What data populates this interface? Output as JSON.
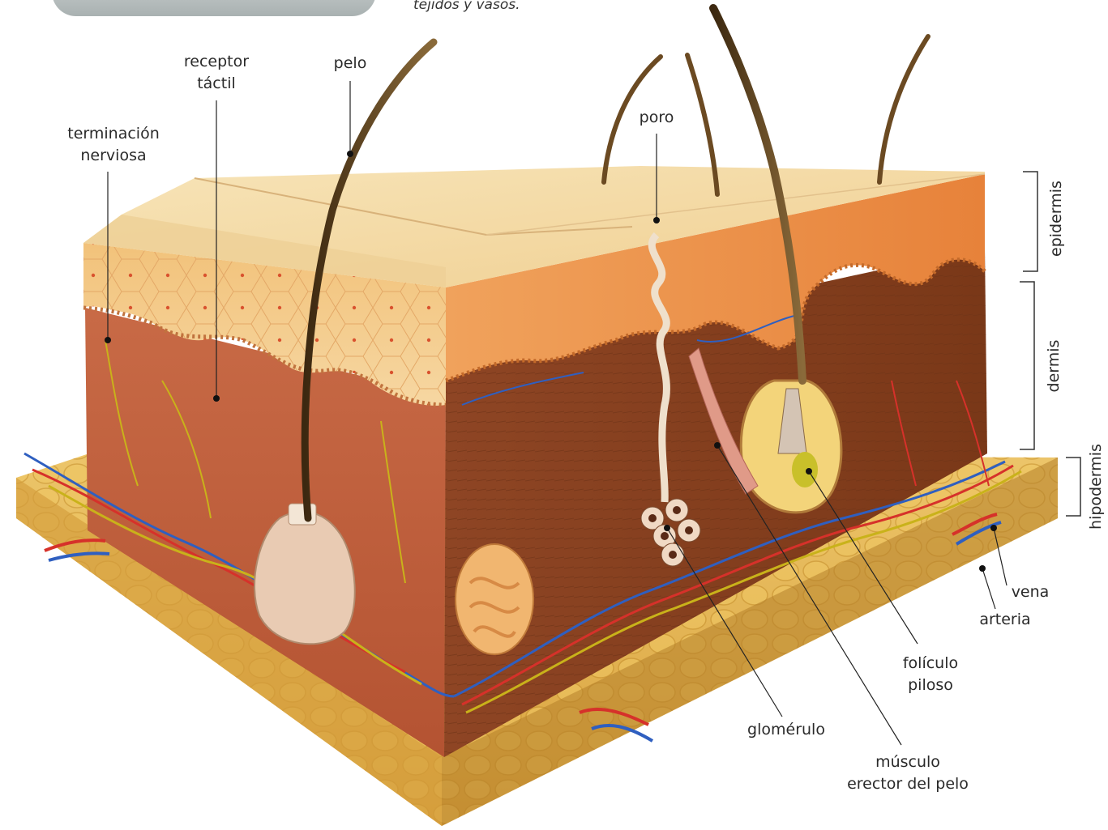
{
  "caption": "tejidos y vasos.",
  "labels": {
    "terminacion_nerviosa": [
      "terminación",
      "nerviosa"
    ],
    "receptor_tactil": [
      "receptor",
      "táctil"
    ],
    "pelo": "pelo",
    "poro": "poro",
    "vena": "vena",
    "arteria": "arteria",
    "foliculo_piloso": [
      "folículo",
      "piloso"
    ],
    "glomerulo": "glomérulo",
    "musculo_erector": [
      "músculo",
      "erector del pelo"
    ]
  },
  "layers": {
    "epidermis": "epidermis",
    "dermis": "dermis",
    "hipodermis": "hipodermis"
  },
  "colors": {
    "epidermis_top": "#f3d9a4",
    "dermis": "#c9613a",
    "hypodermis": "#e2b34f",
    "artery": "#d6312a",
    "vein": "#2f5fc0",
    "nerve": "#c9b21a",
    "hair": "#6b4a22"
  }
}
